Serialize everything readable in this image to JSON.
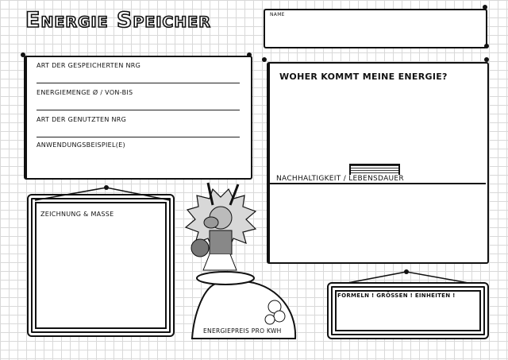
{
  "title": "Energie Speicher",
  "name_box": {
    "label": "Name"
  },
  "info_box": {
    "fields": [
      "Art der gespeicherten NRG",
      "Energiemenge Ø / von-bis",
      "Art der genutzten NRG",
      "Anwendungsbeispiel(e)"
    ]
  },
  "energy_box": {
    "question": "Woher kommt meine Energie?",
    "sustainability_label": "Nachhaltigkeit / Lebensdauer"
  },
  "drawing_frame": {
    "label": "Zeichnung & Maße"
  },
  "price_bag": {
    "label": "Energiepreis pro kWh"
  },
  "formulas_frame": {
    "label": "Formeln ! Größen ! Einheiten !"
  }
}
